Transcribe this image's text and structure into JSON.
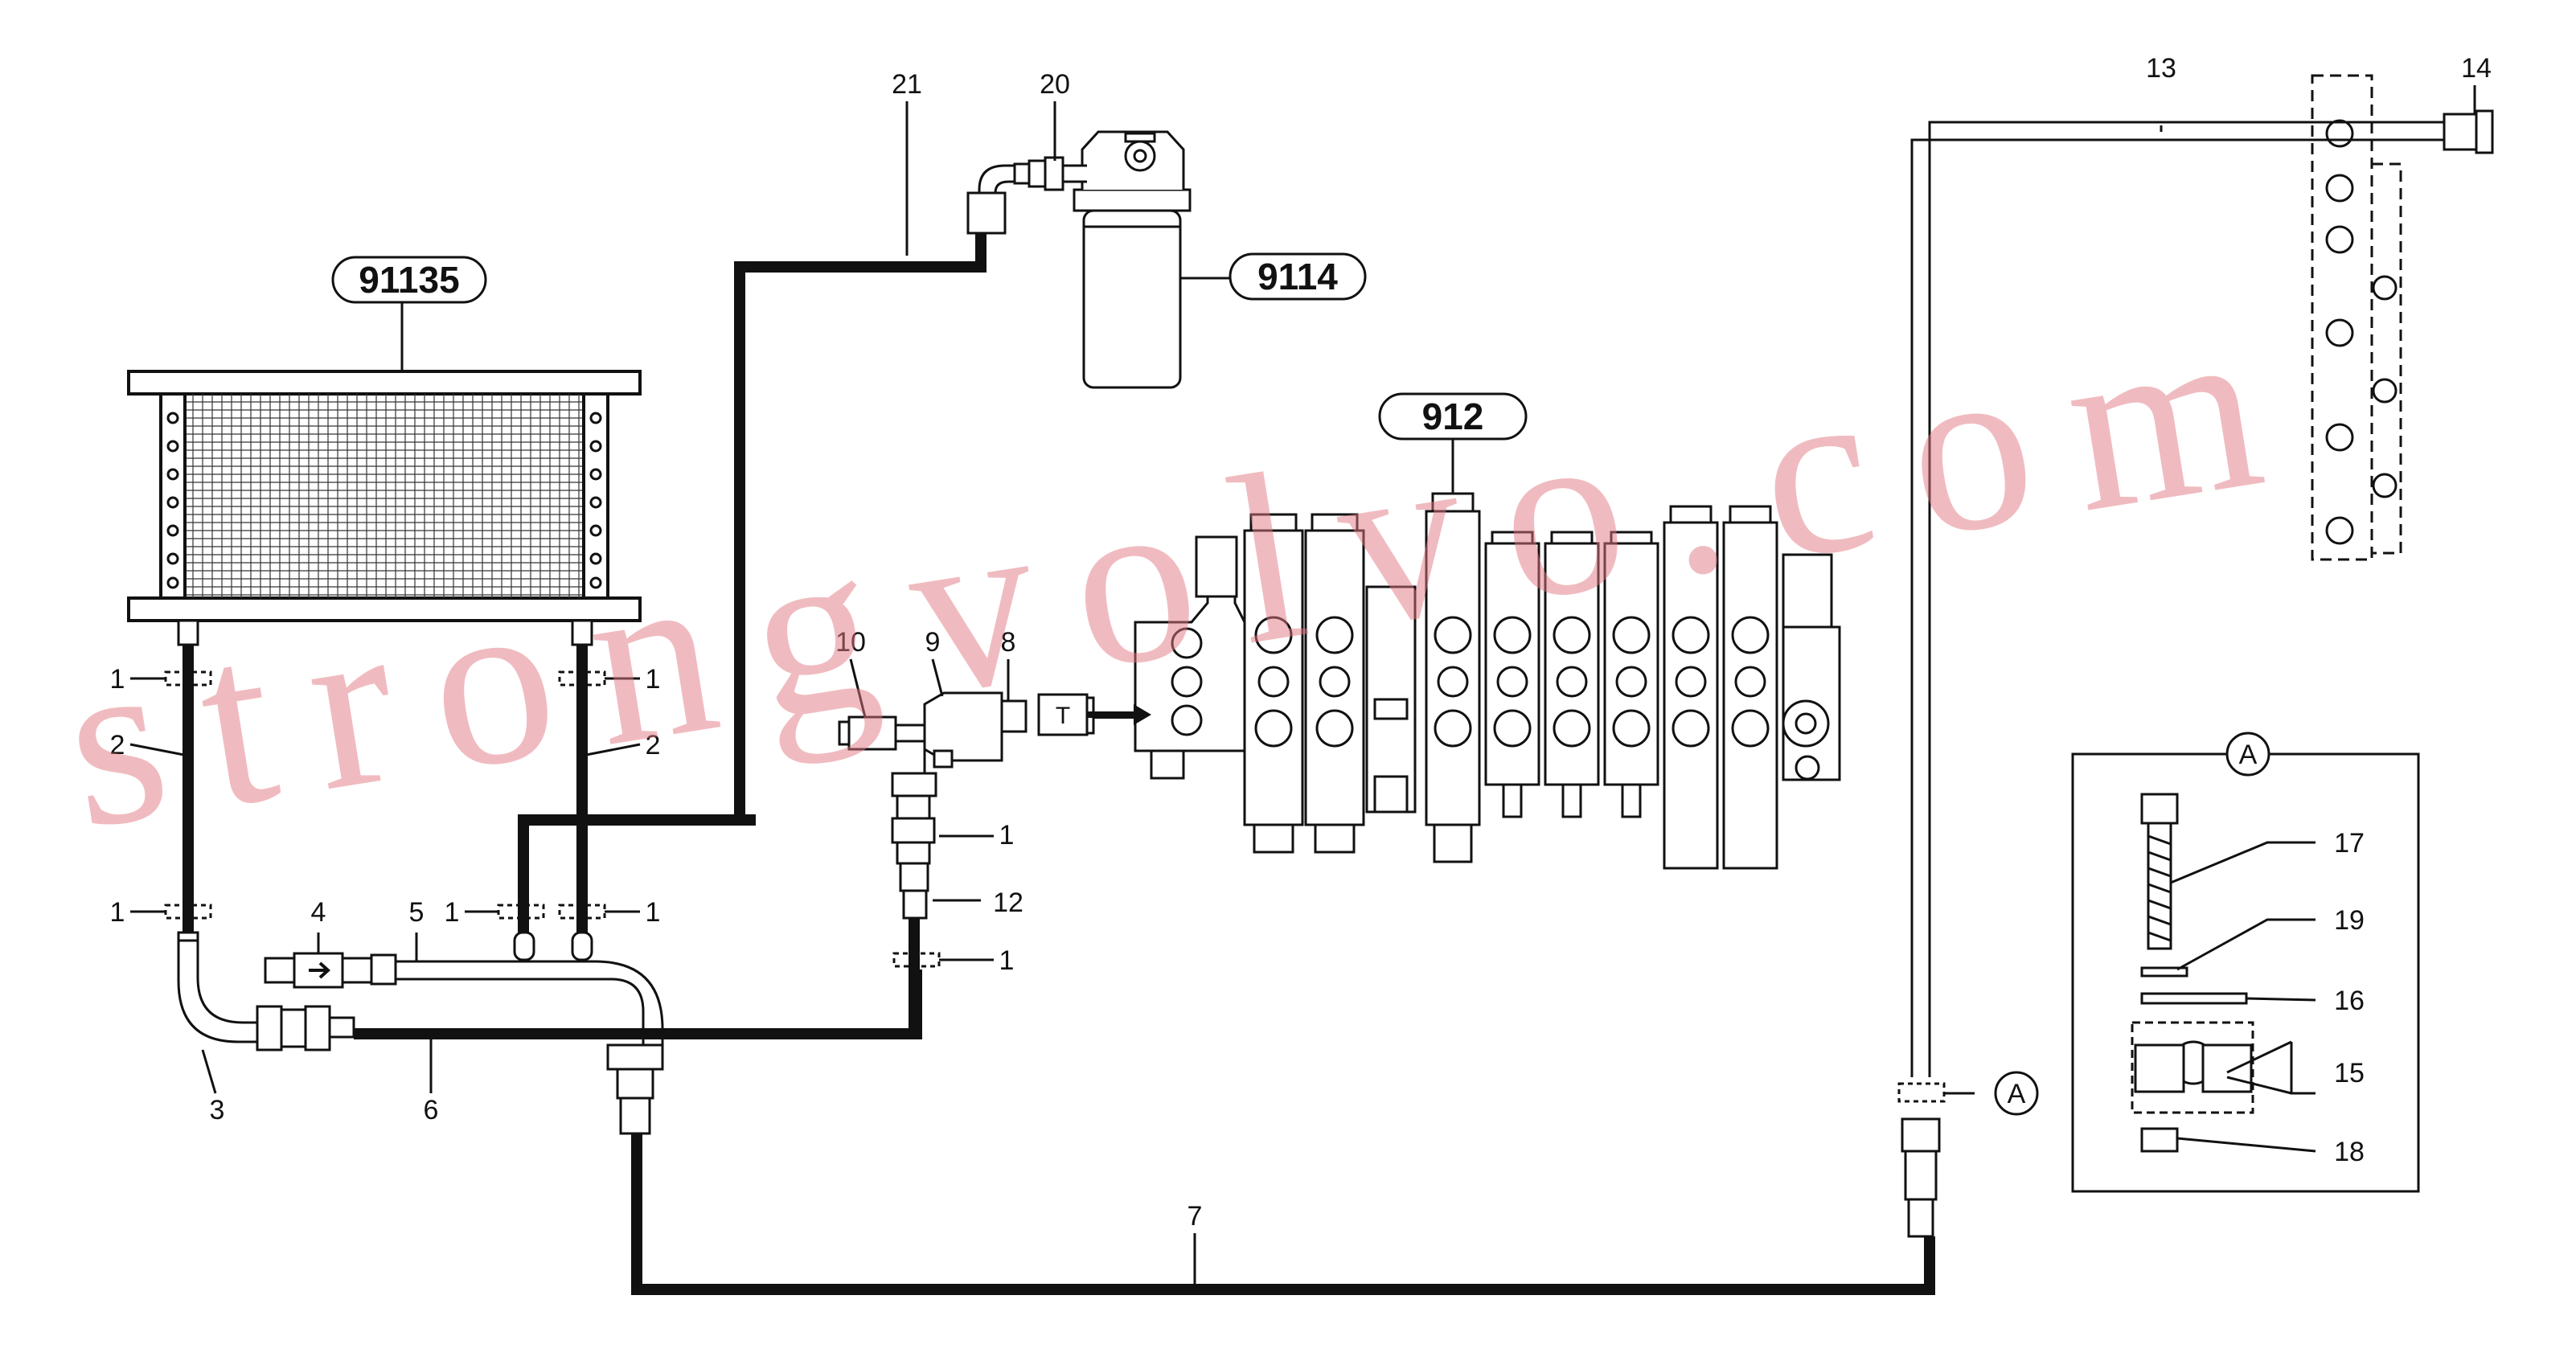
{
  "part_numbers": [
    "1",
    "2",
    "3",
    "4",
    "5",
    "6",
    "7",
    "8",
    "9",
    "10",
    "12",
    "13",
    "14",
    "15",
    "16",
    "17",
    "18",
    "19",
    "20",
    "21"
  ],
  "references": {
    "cooler": "91135",
    "filter": "9114",
    "valve": "912"
  },
  "detail": {
    "marker": "A",
    "tank_port": "T"
  },
  "watermark": "strongvolvo.com"
}
